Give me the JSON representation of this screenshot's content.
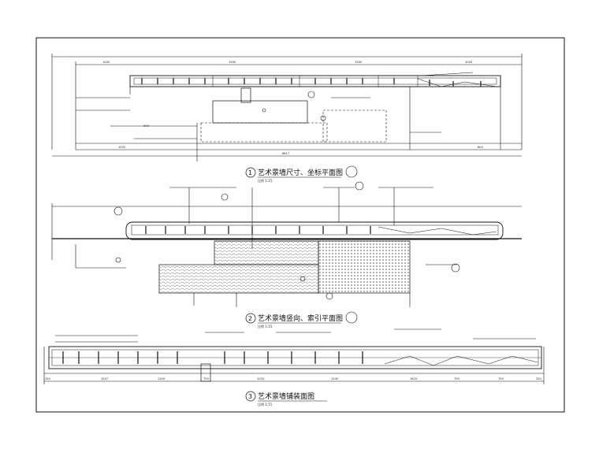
{
  "drawing": {
    "plans": [
      {
        "number": "1",
        "title": "艺术景墙尺寸、坐标平面图",
        "scale": "比例 1:15"
      },
      {
        "number": "2",
        "title": "艺术景墙竖向、索引平面图",
        "scale": "比例 1:15"
      },
      {
        "number": "3",
        "title": "艺术景墙铺装面图",
        "scale": "比例 1:15"
      }
    ],
    "dimension_labels": {
      "plan1_top": [
        "1000",
        "1500",
        "1500",
        "1000"
      ],
      "plan1_bottom": [
        "900",
        "1025",
        "8617",
        "600"
      ],
      "plan3_bottom": [
        "250",
        "1547",
        "1100",
        "750",
        "1025",
        "1100",
        "1625",
        "750",
        "750",
        "250"
      ]
    },
    "colors": {
      "line": "#111111",
      "hatch": "#444444",
      "background": "#ffffff"
    }
  }
}
